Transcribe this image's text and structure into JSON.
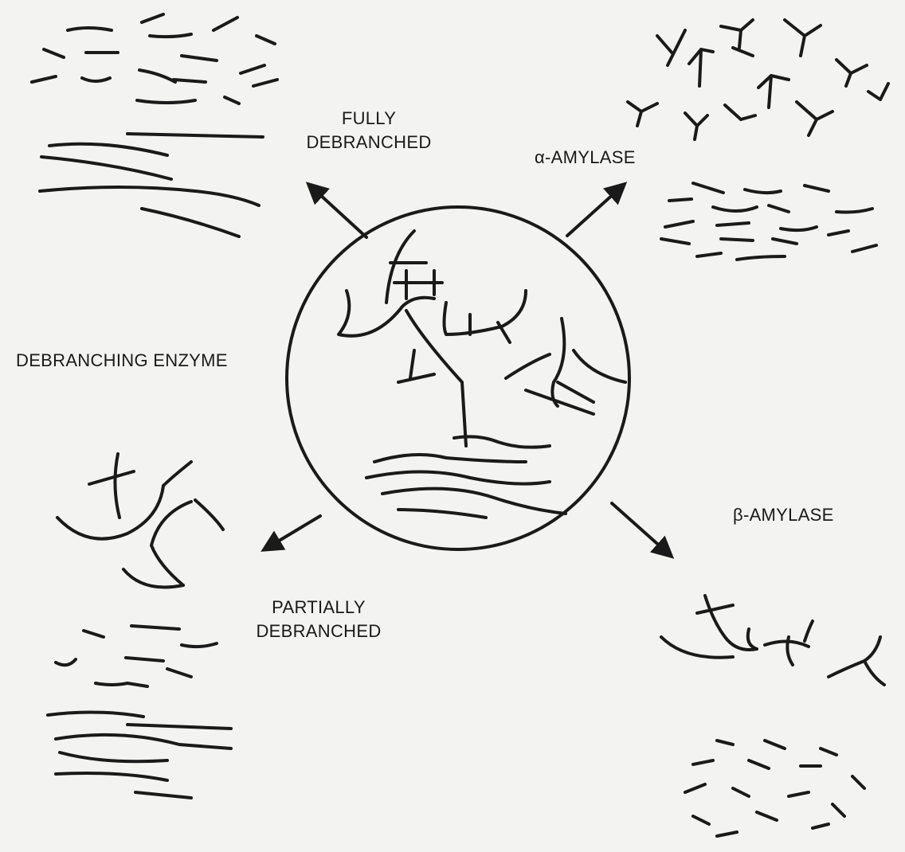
{
  "labels": {
    "fully_line1": "FULLY",
    "fully_line2": "DEBRANCHED",
    "alpha_amylase": "α-AMYLASE",
    "debranching_enzyme": "DEBRANCHING ENZYME",
    "beta_amylase": "β-AMYLASE",
    "partially_line1": "PARTIALLY",
    "partially_line2": "DEBRANCHED"
  },
  "colors": {
    "ink": "#1a1a1a",
    "paper": "#f3f3f1"
  }
}
